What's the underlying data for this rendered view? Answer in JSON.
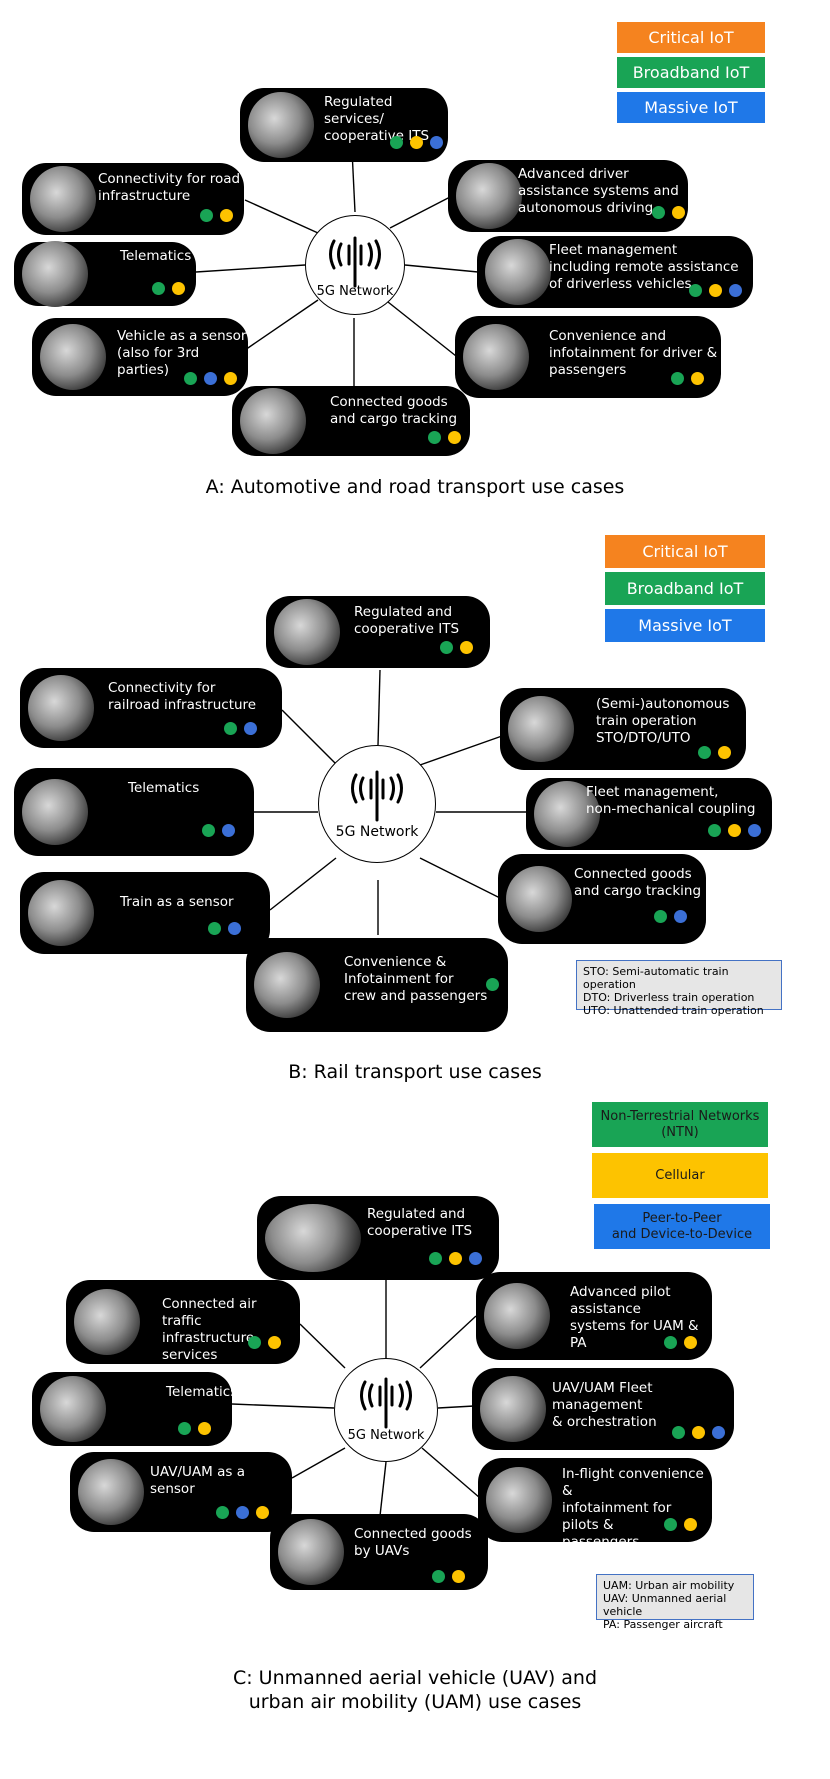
{
  "colors": {
    "critical": "#f5831f",
    "broadband": "#19a455",
    "massive": "#1f78e8",
    "cellular": "#fdc300",
    "dot_green": "#19a455",
    "dot_yellow": "#fdc300",
    "dot_blue": "#3b6fd6"
  },
  "sectionA": {
    "legend": [
      "Critical IoT",
      "Broadband IoT",
      "Massive IoT"
    ],
    "hub": "5G Network",
    "caption": "A: Automotive and road transport use cases",
    "items": [
      {
        "label": "Regulated services/\ncooperative ITS",
        "dots": [
          "green",
          "yellow",
          "blue"
        ],
        "icon": "traffic-road-photo-icon"
      },
      {
        "label": "Connectivity for road\ninfrastructure",
        "dots": [
          "green",
          "yellow"
        ],
        "icon": "road-infrastructure-photo-icon"
      },
      {
        "label": "Telematics",
        "dots": [
          "green",
          "yellow"
        ],
        "icon": "telematics-photo-icon"
      },
      {
        "label": "Vehicle as a sensor\n(also for 3rd parties)",
        "dots": [
          "green",
          "blue",
          "yellow"
        ],
        "icon": "car-sensor-photo-icon"
      },
      {
        "label": "Connected goods\nand cargo tracking",
        "dots": [
          "green",
          "yellow"
        ],
        "icon": "cargo-box-photo-icon"
      },
      {
        "label": "Advanced driver\nassistance systems and\nautonomous driving",
        "dots": [
          "green",
          "yellow"
        ],
        "icon": "driver-assistance-photo-icon"
      },
      {
        "label": "Fleet management\nincluding remote assistance\nof driverless vehicles",
        "dots": [
          "green",
          "yellow",
          "blue"
        ],
        "icon": "fleet-vehicle-photo-icon"
      },
      {
        "label": "Convenience  and\ninfotainment for driver &\npassengers",
        "dots": [
          "green",
          "yellow"
        ],
        "icon": "infotainment-photo-icon"
      }
    ]
  },
  "sectionB": {
    "legend": [
      "Critical IoT",
      "Broadband IoT",
      "Massive IoT"
    ],
    "hub": "5G Network",
    "caption": "B: Rail transport use cases",
    "note": "STO: Semi-automatic train operation\nDTO: Driverless train operation\nUTO: Unattended train operation",
    "items": [
      {
        "label": "Regulated and\ncooperative ITS",
        "dots": [
          "green",
          "yellow"
        ],
        "icon": "rail-track-photo-icon"
      },
      {
        "label": "Connectivity for\nrailroad infrastructure",
        "dots": [
          "green",
          "blue"
        ],
        "icon": "railroad-infrastructure-photo-icon"
      },
      {
        "label": "Telematics",
        "dots": [
          "green",
          "blue"
        ],
        "icon": "train-telematics-photo-icon"
      },
      {
        "label": "Train as a sensor",
        "dots": [
          "green",
          "blue"
        ],
        "icon": "train-photo-icon"
      },
      {
        "label": "Convenience &\nInfotainment for\ncrew and passengers",
        "dots": [
          "green"
        ],
        "icon": "passenger-cabin-photo-icon"
      },
      {
        "label": "(Semi-)autonomous\ntrain operation\nSTO/DTO/UTO",
        "dots": [
          "green",
          "yellow"
        ],
        "icon": "train-cab-photo-icon"
      },
      {
        "label": "Fleet management,\nnon-mechanical coupling",
        "dots": [
          "green",
          "yellow",
          "blue"
        ],
        "icon": "train-coupling-photo-icon"
      },
      {
        "label": "Connected goods\nand cargo tracking",
        "dots": [
          "green",
          "blue"
        ],
        "icon": "freight-wagon-photo-icon"
      }
    ]
  },
  "sectionC": {
    "legend": [
      "Non-Terrestrial Networks\n(NTN)",
      "Cellular",
      "Peer-to-Peer\nand Device-to-Device"
    ],
    "hub": "5G Network",
    "caption": "C: Unmanned aerial vehicle (UAV) and\nurban air mobility (UAM) use cases",
    "note": "UAM: Urban air mobility\nUAV: Unmanned aerial vehicle\nPA: Passenger aircraft",
    "items": [
      {
        "label": "Regulated and\ncooperative ITS",
        "dots": [
          "green",
          "yellow",
          "blue"
        ],
        "icon": "drones-sky-photo-icon"
      },
      {
        "label": "Connected air traffic\ninfrastructure services",
        "dots": [
          "green",
          "yellow"
        ],
        "icon": "air-traffic-photo-icon"
      },
      {
        "label": "Telematics",
        "dots": [
          "green",
          "yellow"
        ],
        "icon": "uav-telematics-photo-icon"
      },
      {
        "label": "UAV/UAM as a sensor",
        "dots": [
          "green",
          "blue",
          "yellow"
        ],
        "icon": "uav-sensor-photo-icon"
      },
      {
        "label": "Connected goods\nby UAVs",
        "dots": [
          "green",
          "yellow"
        ],
        "icon": "delivery-drone-photo-icon"
      },
      {
        "label": "Advanced pilot assistance\nsystems  for UAM & PA",
        "dots": [
          "green",
          "yellow"
        ],
        "icon": "pilot-assistance-photo-icon"
      },
      {
        "label": "UAV/UAM Fleet management\n& orchestration",
        "dots": [
          "green",
          "yellow",
          "blue"
        ],
        "icon": "uav-fleet-photo-icon"
      },
      {
        "label": "In-flight convenience &\ninfotainment for pilots &\npassengers",
        "dots": [
          "green",
          "yellow"
        ],
        "icon": "inflight-cabin-photo-icon"
      }
    ]
  }
}
